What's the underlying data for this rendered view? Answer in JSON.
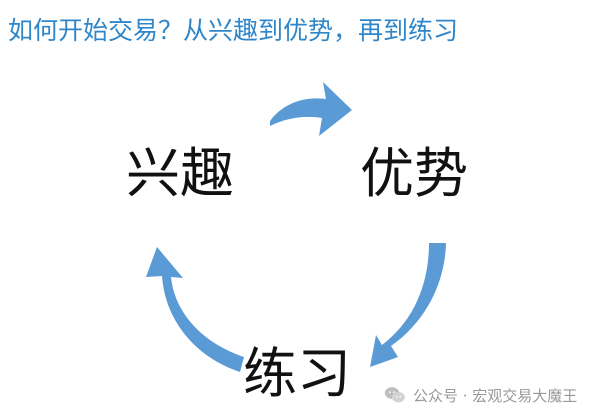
{
  "title": "如何开始交易？从兴趣到优势，再到练习",
  "diagram": {
    "type": "cycle",
    "nodes": [
      {
        "id": "interest",
        "label": "兴趣"
      },
      {
        "id": "advantage",
        "label": "优势"
      },
      {
        "id": "practice",
        "label": "练习"
      }
    ],
    "arrow_color": "#5b9bd5"
  },
  "watermark": {
    "icon": "wechat-icon",
    "text": "公众号 · 宏观交易大魔王"
  },
  "colors": {
    "title": "#2f86c8",
    "node_text": "#111111",
    "background": "#ffffff"
  }
}
